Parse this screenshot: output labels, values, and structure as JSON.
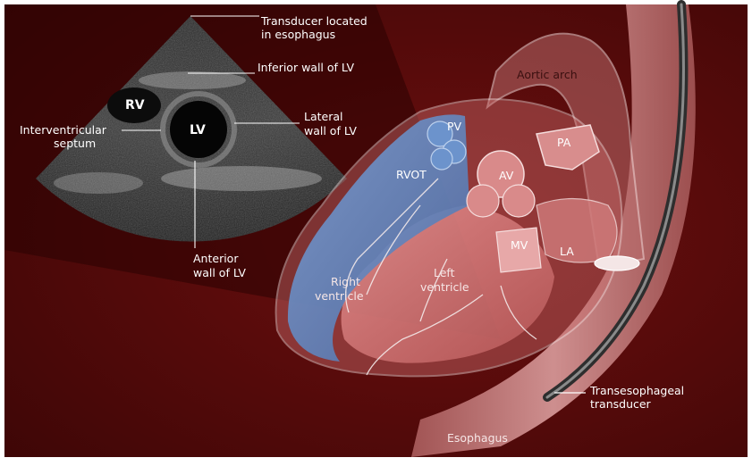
{
  "figure": {
    "echo_labels": {
      "transducer_line1": "Transducer located",
      "transducer_line2": "in esophagus",
      "inferior_wall": "Inferior wall of LV",
      "lateral_wall_line1": "Lateral",
      "lateral_wall_line2": "wall of LV",
      "septum_line1": "Interventricular",
      "septum_line2": "septum",
      "anterior_wall_line1": "Anterior",
      "anterior_wall_line2": "wall of LV",
      "rv": "RV",
      "lv": "LV"
    },
    "heart_labels": {
      "aortic_arch": "Aortic arch",
      "pv": "PV",
      "pa": "PA",
      "rvot": "RVOT",
      "av": "AV",
      "mv": "MV",
      "la": "LA",
      "right_ventricle_line1": "Right",
      "right_ventricle_line2": "ventricle",
      "left_ventricle_line1": "Left",
      "left_ventricle_line2": "ventricle"
    },
    "probe_labels": {
      "transesophageal_line1": "Transesophageal",
      "transesophageal_line2": "transducer",
      "esophagus": "Esophagus"
    },
    "colors": {
      "background": "#5a0a0a",
      "ultrasound_sector": "#1b1b1b",
      "heart_pink": "#d97878",
      "ventricle_blue": "#5f86c0",
      "esophagus": "#c98686",
      "probe": "#4a4a4a"
    }
  }
}
